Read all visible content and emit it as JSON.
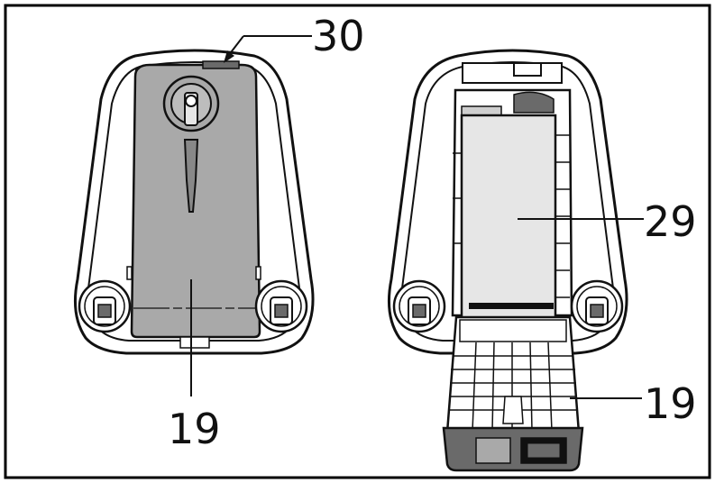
{
  "callouts": {
    "c30": "30",
    "c29": "29",
    "c19_left": "19",
    "c19_right": "19"
  },
  "colors": {
    "outline": "#111111",
    "panel_gray": "#a9a9a9",
    "panel_light": "#e6e6e6",
    "dark_gray": "#6a6a6a",
    "frame": "#000000"
  }
}
